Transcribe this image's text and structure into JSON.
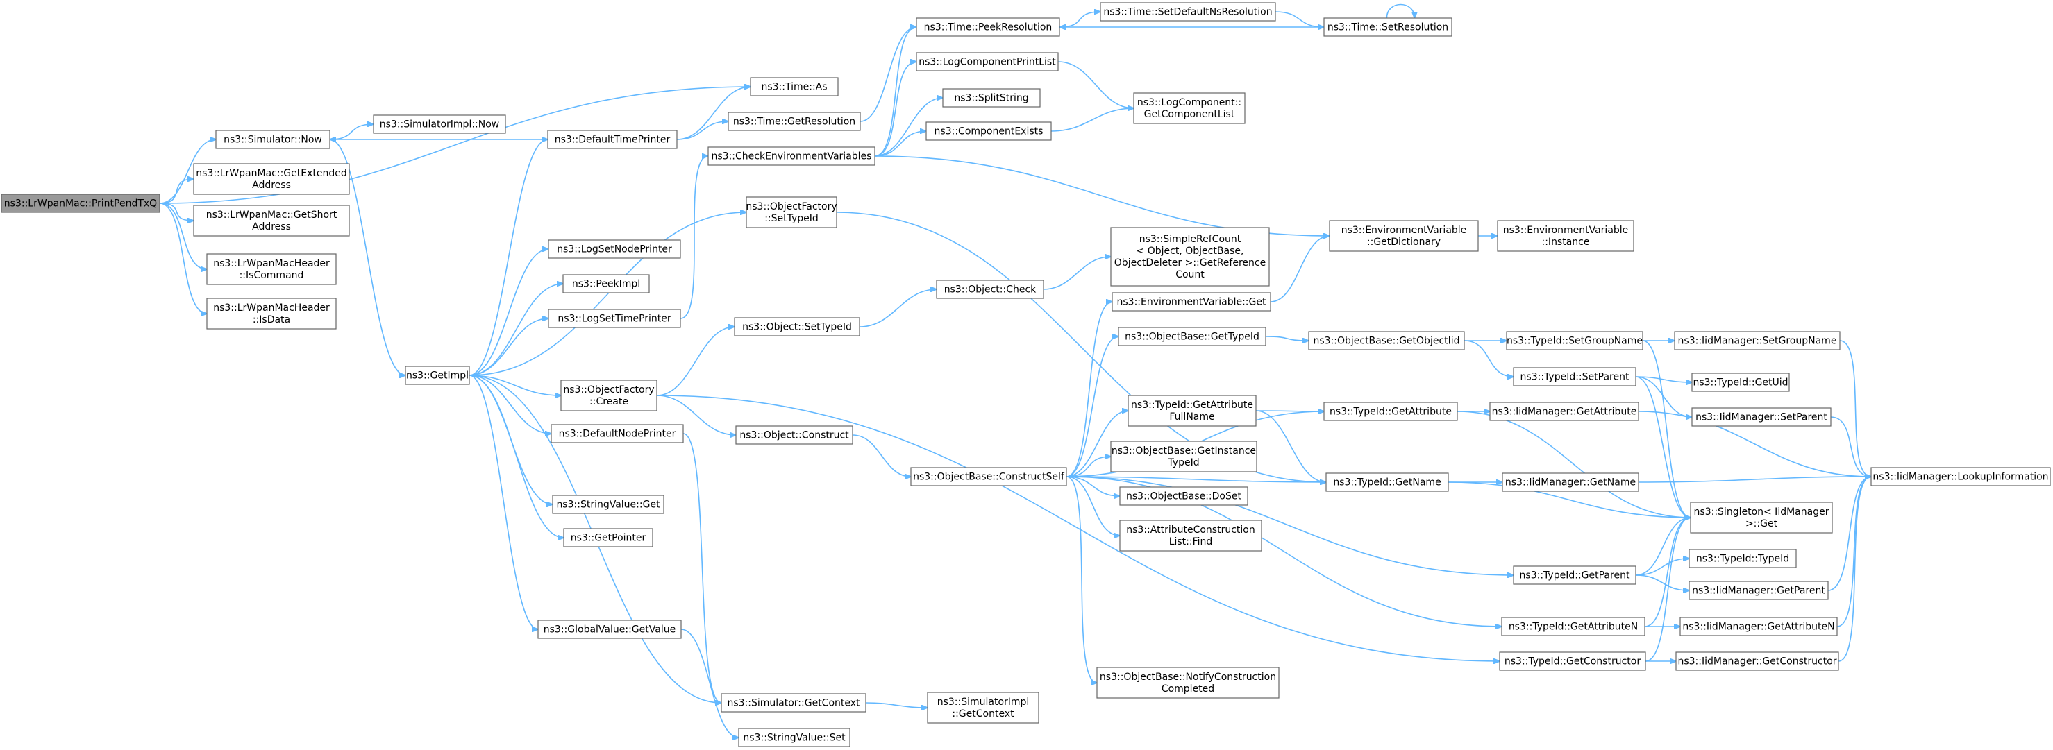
{
  "graph": {
    "nodes": [
      {
        "id": "printpend",
        "lines": [
          "ns3::LrWpanMac::PrintPendTxQ"
        ],
        "root": true
      },
      {
        "id": "simnow",
        "lines": [
          "ns3::Simulator::Now"
        ]
      },
      {
        "id": "getext",
        "lines": [
          "ns3::LrWpanMac::GetExtended",
          "Address"
        ]
      },
      {
        "id": "getshort",
        "lines": [
          "ns3::LrWpanMac::GetShort",
          "Address"
        ]
      },
      {
        "id": "iscommand",
        "lines": [
          "ns3::LrWpanMacHeader",
          "::IsCommand"
        ]
      },
      {
        "id": "isdata",
        "lines": [
          "ns3::LrWpanMacHeader",
          "::IsData"
        ]
      },
      {
        "id": "simimplnow",
        "lines": [
          "ns3::SimulatorImpl::Now"
        ]
      },
      {
        "id": "getimpl",
        "lines": [
          "ns3::GetImpl"
        ]
      },
      {
        "id": "timeas",
        "lines": [
          "ns3::Time::As"
        ]
      },
      {
        "id": "defaulttimeprinter",
        "lines": [
          "ns3::DefaultTimePrinter"
        ]
      },
      {
        "id": "getresolution",
        "lines": [
          "ns3::Time::GetResolution"
        ]
      },
      {
        "id": "peekresolution",
        "lines": [
          "ns3::Time::PeekResolution"
        ]
      },
      {
        "id": "setdefaultns",
        "lines": [
          "ns3::Time::SetDefaultNsResolution"
        ]
      },
      {
        "id": "setresolution",
        "lines": [
          "ns3::Time::SetResolution"
        ]
      },
      {
        "id": "logprintlist",
        "lines": [
          "ns3::LogComponentPrintList"
        ]
      },
      {
        "id": "splitstring",
        "lines": [
          "ns3::SplitString"
        ]
      },
      {
        "id": "componentexists",
        "lines": [
          "ns3::ComponentExists"
        ]
      },
      {
        "id": "getcomplist",
        "lines": [
          "ns3::LogComponent::",
          "GetComponentList"
        ]
      },
      {
        "id": "checkenv",
        "lines": [
          "ns3::CheckEnvironmentVariables"
        ]
      },
      {
        "id": "ofsettypeid",
        "lines": [
          "ns3::ObjectFactory",
          "::SetTypeId"
        ]
      },
      {
        "id": "logsetnodeprinter",
        "lines": [
          "ns3::LogSetNodePrinter"
        ]
      },
      {
        "id": "peekimpl",
        "lines": [
          "ns3::PeekImpl"
        ]
      },
      {
        "id": "logsettimeprinter",
        "lines": [
          "ns3::LogSetTimePrinter"
        ]
      },
      {
        "id": "objsettypeid",
        "lines": [
          "ns3::Object::SetTypeId"
        ]
      },
      {
        "id": "objcheck",
        "lines": [
          "ns3::Object::Check"
        ]
      },
      {
        "id": "simplerefcount",
        "lines": [
          "ns3::SimpleRefCount",
          "< Object, ObjectBase,",
          "ObjectDeleter >::GetReference",
          "Count"
        ]
      },
      {
        "id": "envgetdict",
        "lines": [
          "ns3::EnvironmentVariable",
          "::GetDictionary"
        ]
      },
      {
        "id": "envinstance",
        "lines": [
          "ns3::EnvironmentVariable",
          "::Instance"
        ]
      },
      {
        "id": "envget",
        "lines": [
          "ns3::EnvironmentVariable::Get"
        ]
      },
      {
        "id": "ofcreate",
        "lines": [
          "ns3::ObjectFactory",
          "::Create"
        ]
      },
      {
        "id": "defaultnodeprinter",
        "lines": [
          "ns3::DefaultNodePrinter"
        ]
      },
      {
        "id": "objconstruct",
        "lines": [
          "ns3::Object::Construct"
        ]
      },
      {
        "id": "constructself",
        "lines": [
          "ns3::ObjectBase::ConstructSelf"
        ]
      },
      {
        "id": "obgettypeid",
        "lines": [
          "ns3::ObjectBase::GetTypeId"
        ]
      },
      {
        "id": "obgetobjectiid",
        "lines": [
          "ns3::ObjectBase::GetObjectIid"
        ]
      },
      {
        "id": "setgroupname",
        "lines": [
          "ns3::TypeId::SetGroupName"
        ]
      },
      {
        "id": "iidsetgroupname",
        "lines": [
          "ns3::IidManager::SetGroupName"
        ]
      },
      {
        "id": "setparent",
        "lines": [
          "ns3::TypeId::SetParent"
        ]
      },
      {
        "id": "gethash",
        "lines": [
          "ns3::TypeId::GetUid"
        ]
      },
      {
        "id": "iidsetparent",
        "lines": [
          "ns3::IidManager::SetParent"
        ]
      },
      {
        "id": "getattrfullname",
        "lines": [
          "ns3::TypeId::GetAttribute",
          "FullName"
        ]
      },
      {
        "id": "getattribute",
        "lines": [
          "ns3::TypeId::GetAttribute"
        ]
      },
      {
        "id": "iidgetattribute",
        "lines": [
          "ns3::IidManager::GetAttribute"
        ]
      },
      {
        "id": "getinstancetypeid",
        "lines": [
          "ns3::ObjectBase::GetInstance",
          "TypeId"
        ]
      },
      {
        "id": "doset",
        "lines": [
          "ns3::ObjectBase::DoSet"
        ]
      },
      {
        "id": "attrconstfind",
        "lines": [
          "ns3::AttributeConstruction",
          "List::Find"
        ]
      },
      {
        "id": "getname",
        "lines": [
          "ns3::TypeId::GetName"
        ]
      },
      {
        "id": "iidgetname",
        "lines": [
          "ns3::IidManager::GetName"
        ]
      },
      {
        "id": "lookupinfo",
        "lines": [
          "ns3::IidManager::LookupInformation"
        ]
      },
      {
        "id": "singletonget",
        "lines": [
          "ns3::Singleton< IidManager",
          ">::Get"
        ]
      },
      {
        "id": "stringvalueget",
        "lines": [
          "ns3::StringValue::Get"
        ]
      },
      {
        "id": "getpointer",
        "lines": [
          "ns3::GetPointer"
        ]
      },
      {
        "id": "getparent",
        "lines": [
          "ns3::TypeId::GetParent"
        ]
      },
      {
        "id": "typeidtypeid",
        "lines": [
          "ns3::TypeId::TypeId"
        ]
      },
      {
        "id": "iidgetparent",
        "lines": [
          "ns3::IidManager::GetParent"
        ]
      },
      {
        "id": "globalgetvalue",
        "lines": [
          "ns3::GlobalValue::GetValue"
        ]
      },
      {
        "id": "getattributen",
        "lines": [
          "ns3::TypeId::GetAttributeN"
        ]
      },
      {
        "id": "iidgetattributen",
        "lines": [
          "ns3::IidManager::GetAttributeN"
        ]
      },
      {
        "id": "getconstructor",
        "lines": [
          "ns3::TypeId::GetConstructor"
        ]
      },
      {
        "id": "iidgetconstructor",
        "lines": [
          "ns3::IidManager::GetConstructor"
        ]
      },
      {
        "id": "notifyconstruction",
        "lines": [
          "ns3::ObjectBase::NotifyConstruction",
          "Completed"
        ]
      },
      {
        "id": "simgetcontext",
        "lines": [
          "ns3::Simulator::GetContext"
        ]
      },
      {
        "id": "simimplgetcontext",
        "lines": [
          "ns3::SimulatorImpl",
          "::GetContext"
        ]
      },
      {
        "id": "stringvalueset",
        "lines": [
          "ns3::StringValue::Set"
        ]
      }
    ],
    "edges": [
      [
        "printpend",
        "simnow"
      ],
      [
        "printpend",
        "getext"
      ],
      [
        "printpend",
        "getshort"
      ],
      [
        "printpend",
        "iscommand"
      ],
      [
        "printpend",
        "isdata"
      ],
      [
        "printpend",
        "timeas"
      ],
      [
        "simnow",
        "simimplnow"
      ],
      [
        "simnow",
        "getimpl"
      ],
      [
        "defaulttimeprinter",
        "simnow"
      ],
      [
        "defaulttimeprinter",
        "timeas"
      ],
      [
        "defaulttimeprinter",
        "getresolution"
      ],
      [
        "getresolution",
        "peekresolution"
      ],
      [
        "peekresolution",
        "setdefaultns"
      ],
      [
        "setdefaultns",
        "setresolution"
      ],
      [
        "setresolution",
        "peekresolution"
      ],
      [
        "setresolution",
        "setresolution"
      ],
      [
        "logprintlist",
        "getcomplist"
      ],
      [
        "componentexists",
        "getcomplist"
      ],
      [
        "checkenv",
        "logprintlist"
      ],
      [
        "checkenv",
        "splitstring"
      ],
      [
        "checkenv",
        "componentexists"
      ],
      [
        "checkenv",
        "envgetdict"
      ],
      [
        "checkenv",
        "peekresolution"
      ],
      [
        "envgetdict",
        "envinstance"
      ],
      [
        "envget",
        "envgetdict"
      ],
      [
        "getimpl",
        "defaulttimeprinter"
      ],
      [
        "getimpl",
        "ofsettypeid"
      ],
      [
        "getimpl",
        "logsetnodeprinter"
      ],
      [
        "getimpl",
        "peekimpl"
      ],
      [
        "getimpl",
        "logsettimeprinter"
      ],
      [
        "getimpl",
        "ofcreate"
      ],
      [
        "getimpl",
        "defaultnodeprinter"
      ],
      [
        "getimpl",
        "stringvalueget"
      ],
      [
        "getimpl",
        "getpointer"
      ],
      [
        "getimpl",
        "globalgetvalue"
      ],
      [
        "getimpl",
        "simgetcontext"
      ],
      [
        "logsettimeprinter",
        "checkenv"
      ],
      [
        "ofsettypeid",
        "getname"
      ],
      [
        "ofcreate",
        "objsettypeid"
      ],
      [
        "ofcreate",
        "objconstruct"
      ],
      [
        "ofcreate",
        "getconstructor"
      ],
      [
        "objsettypeid",
        "objcheck"
      ],
      [
        "objcheck",
        "simplerefcount"
      ],
      [
        "objconstruct",
        "constructself"
      ],
      [
        "constructself",
        "envget"
      ],
      [
        "constructself",
        "obgettypeid"
      ],
      [
        "constructself",
        "getattrfullname"
      ],
      [
        "constructself",
        "getattribute"
      ],
      [
        "constructself",
        "getinstancetypeid"
      ],
      [
        "constructself",
        "doset"
      ],
      [
        "constructself",
        "attrconstfind"
      ],
      [
        "constructself",
        "getname"
      ],
      [
        "constructself",
        "getparent"
      ],
      [
        "constructself",
        "getattributen"
      ],
      [
        "constructself",
        "notifyconstruction"
      ],
      [
        "obgettypeid",
        "obgetobjectiid"
      ],
      [
        "obgetobjectiid",
        "setgroupname"
      ],
      [
        "obgetobjectiid",
        "setparent"
      ],
      [
        "setgroupname",
        "iidsetgroupname"
      ],
      [
        "setgroupname",
        "singletonget"
      ],
      [
        "iidsetgroupname",
        "lookupinfo"
      ],
      [
        "setparent",
        "gethash"
      ],
      [
        "setparent",
        "iidsetparent"
      ],
      [
        "setparent",
        "singletonget"
      ],
      [
        "iidsetparent",
        "lookupinfo"
      ],
      [
        "getattrfullname",
        "getattribute"
      ],
      [
        "getattrfullname",
        "getname"
      ],
      [
        "getattribute",
        "iidgetattribute"
      ],
      [
        "getattribute",
        "singletonget"
      ],
      [
        "iidgetattribute",
        "lookupinfo"
      ],
      [
        "getname",
        "iidgetname"
      ],
      [
        "getname",
        "singletonget"
      ],
      [
        "iidgetname",
        "lookupinfo"
      ],
      [
        "getparent",
        "singletonget"
      ],
      [
        "getparent",
        "typeidtypeid"
      ],
      [
        "getparent",
        "iidgetparent"
      ],
      [
        "iidgetparent",
        "lookupinfo"
      ],
      [
        "getattributen",
        "iidgetattributen"
      ],
      [
        "getattributen",
        "singletonget"
      ],
      [
        "iidgetattributen",
        "lookupinfo"
      ],
      [
        "getconstructor",
        "iidgetconstructor"
      ],
      [
        "getconstructor",
        "singletonget"
      ],
      [
        "iidgetconstructor",
        "lookupinfo"
      ],
      [
        "defaultnodeprinter",
        "simgetcontext"
      ],
      [
        "simgetcontext",
        "simimplgetcontext"
      ],
      [
        "globalgetvalue",
        "stringvalueset"
      ]
    ]
  }
}
